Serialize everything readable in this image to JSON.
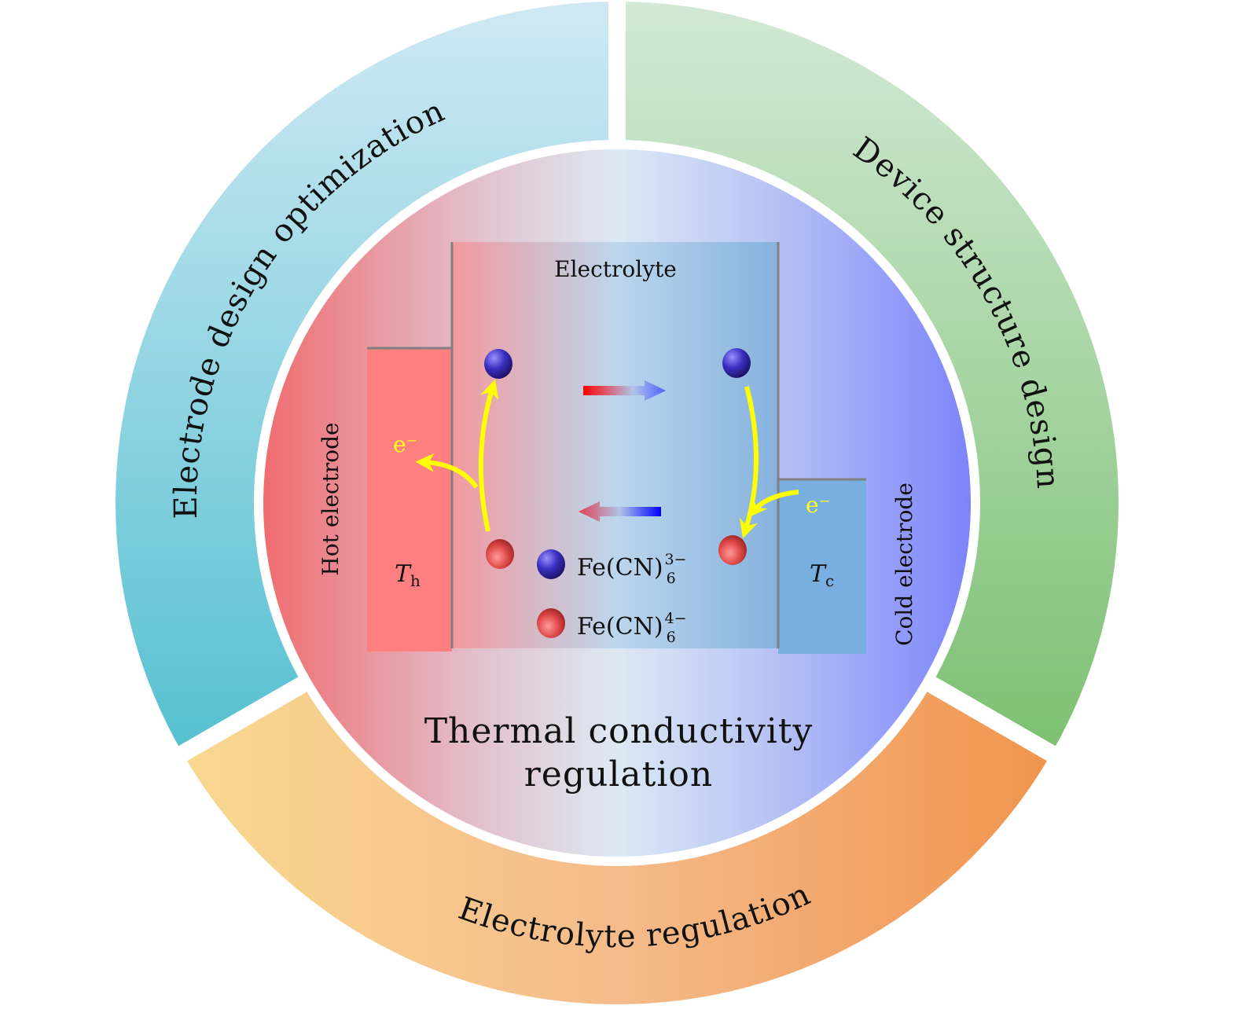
{
  "outer_ring": {
    "left": "Electrode design optimization",
    "right": "Device structure design",
    "bottom": "Electrolyte regulation"
  },
  "center": {
    "title_line1": "Thermal conductivity",
    "title_line2": "regulation",
    "electrolyte_label": "Electrolyte",
    "hot_electrode_label": "Hot electrode",
    "cold_electrode_label": "Cold electrode",
    "hot_temp": {
      "main": "T",
      "sub": "h"
    },
    "cold_temp": {
      "main": "T",
      "sub": "c"
    },
    "electron_hot": "e⁻",
    "electron_cold": "e⁻",
    "legend": [
      {
        "species": "Fe(CN)",
        "sub": "6",
        "sup": "3−",
        "color": "#3a2fc0"
      },
      {
        "species": "Fe(CN)",
        "sub": "6",
        "sup": "4−",
        "color": "#e04848"
      }
    ]
  },
  "colors": {
    "left_segment": [
      "#cde8f3",
      "#55c0d0"
    ],
    "right_segment": [
      "#d0e8d4",
      "#7dc172"
    ],
    "bottom_segment": [
      "#f8d890",
      "#f0944e"
    ],
    "hot": "#fd7f7f",
    "cold": "#78aee0",
    "arrow": "#ffff00"
  }
}
